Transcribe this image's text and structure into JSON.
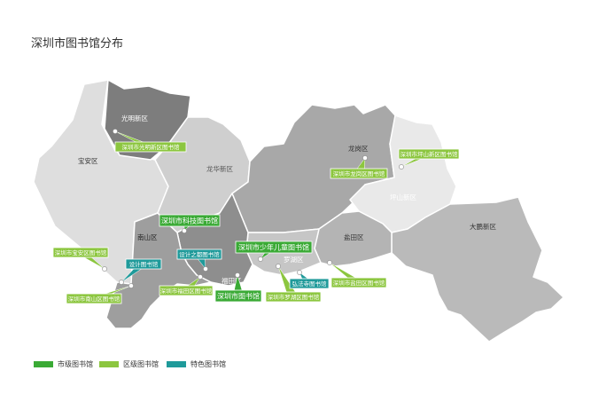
{
  "title": "深圳市图书馆分布",
  "districts": [
    {
      "key": "guangming",
      "name": "光明新区",
      "color": "#7d7d7d",
      "labelColor": "#ffffff"
    },
    {
      "key": "baoan",
      "name": "宝安区",
      "color": "#dedede",
      "labelColor": "#333333"
    },
    {
      "key": "longhua",
      "name": "龙华新区",
      "color": "#cfcfcf",
      "labelColor": "#555555"
    },
    {
      "key": "longgang",
      "name": "龙岗区",
      "color": "#a8a8a8",
      "labelColor": "#333333"
    },
    {
      "key": "pingshan",
      "name": "坪山新区",
      "color": "#e9e9e9",
      "labelColor": "#ffffff"
    },
    {
      "key": "dapeng",
      "name": "大鹏新区",
      "color": "#bababa",
      "labelColor": "#333333"
    },
    {
      "key": "nanshan",
      "name": "南山区",
      "color": "#9e9e9e",
      "labelColor": "#222222"
    },
    {
      "key": "futian",
      "name": "福田区",
      "color": "#8e8e8e",
      "labelColor": "#ffffff"
    },
    {
      "key": "luohu",
      "name": "罗湖区",
      "color": "#c6c6c6",
      "labelColor": "#ffffff"
    },
    {
      "key": "yantian",
      "name": "盐田区",
      "color": "#b4b4b4",
      "labelColor": "#333333"
    }
  ],
  "libraries": [
    {
      "name": "深圳市光明新区图书馆",
      "category": "district"
    },
    {
      "name": "深圳市龙岗区图书馆",
      "category": "district"
    },
    {
      "name": "深圳市坪山新区图书馆",
      "category": "district"
    },
    {
      "name": "深圳市科技图书馆",
      "category": "city"
    },
    {
      "name": "深圳市宝安区图书馆",
      "category": "district"
    },
    {
      "name": "设计图书馆",
      "category": "special"
    },
    {
      "name": "设计之都图书馆",
      "category": "special"
    },
    {
      "name": "深圳市南山区图书馆",
      "category": "district"
    },
    {
      "name": "深圳市福田区图书馆",
      "category": "district"
    },
    {
      "name": "深圳市图书馆",
      "category": "city"
    },
    {
      "name": "深圳市少年儿童图书馆",
      "category": "city"
    },
    {
      "name": "深圳市罗湖区图书馆",
      "category": "district"
    },
    {
      "name": "弘法寺图书馆",
      "category": "special"
    },
    {
      "name": "深圳市盐田区图书馆",
      "category": "district"
    }
  ],
  "legend": [
    {
      "key": "city",
      "label": "市级图书馆",
      "color": "#3aaa35"
    },
    {
      "key": "district",
      "label": "区级图书馆",
      "color": "#8cc63f"
    },
    {
      "key": "special",
      "label": "特色图书馆",
      "color": "#1f9a9a"
    }
  ]
}
